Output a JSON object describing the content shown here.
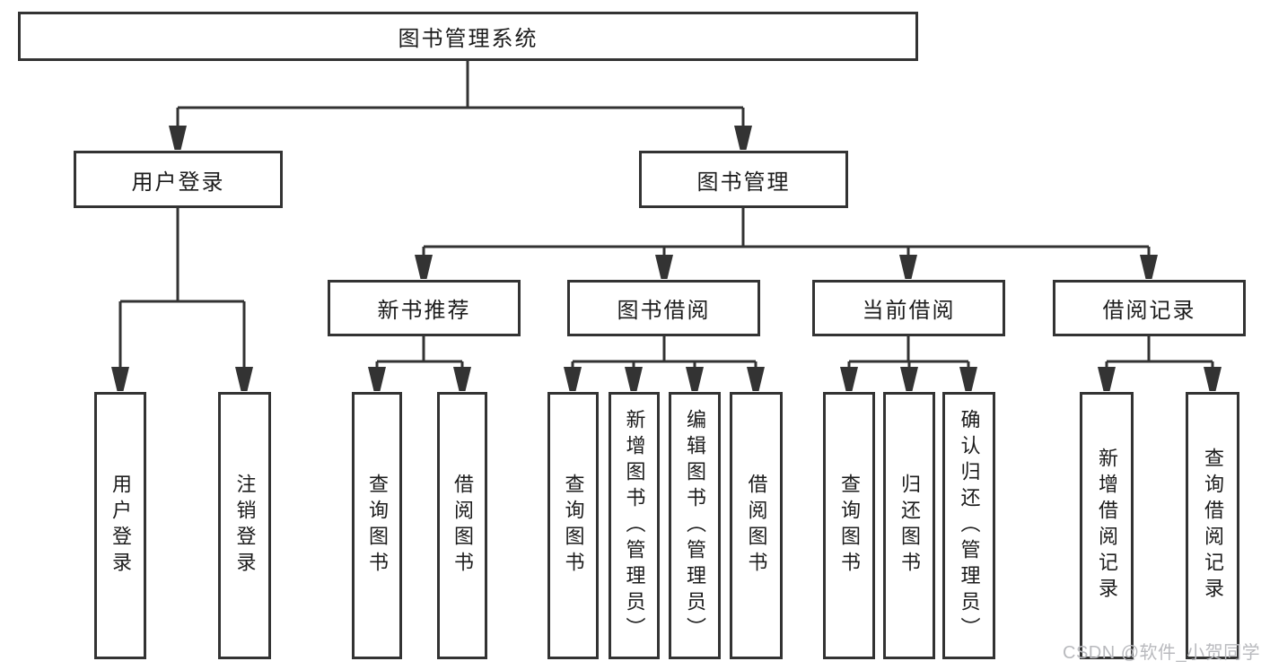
{
  "diagram": {
    "root": {
      "label": "图书管理系统"
    },
    "level2": [
      {
        "label": "用户登录",
        "children": [
          "用户登录",
          "注销登录"
        ]
      },
      {
        "label": "图书管理"
      }
    ],
    "level3": [
      {
        "label": "新书推荐",
        "children": [
          "查询图书",
          "借阅图书"
        ]
      },
      {
        "label": "图书借阅",
        "children": [
          "查询图书",
          "新增图书（管理员）",
          "编辑图书（管理员）",
          "借阅图书"
        ]
      },
      {
        "label": "当前借阅",
        "children": [
          "查询图书",
          "归还图书",
          "确认归还（管理员）"
        ]
      },
      {
        "label": "借阅记录",
        "children": [
          "新增借阅记录",
          "查询借阅记录"
        ]
      }
    ]
  },
  "watermark": {
    "text": "CSDN @软件_小贺同学"
  },
  "colors": {
    "line": "#333333",
    "text": "#1c1c1c",
    "watermark": "#b9babe",
    "background": "#ffffff"
  }
}
